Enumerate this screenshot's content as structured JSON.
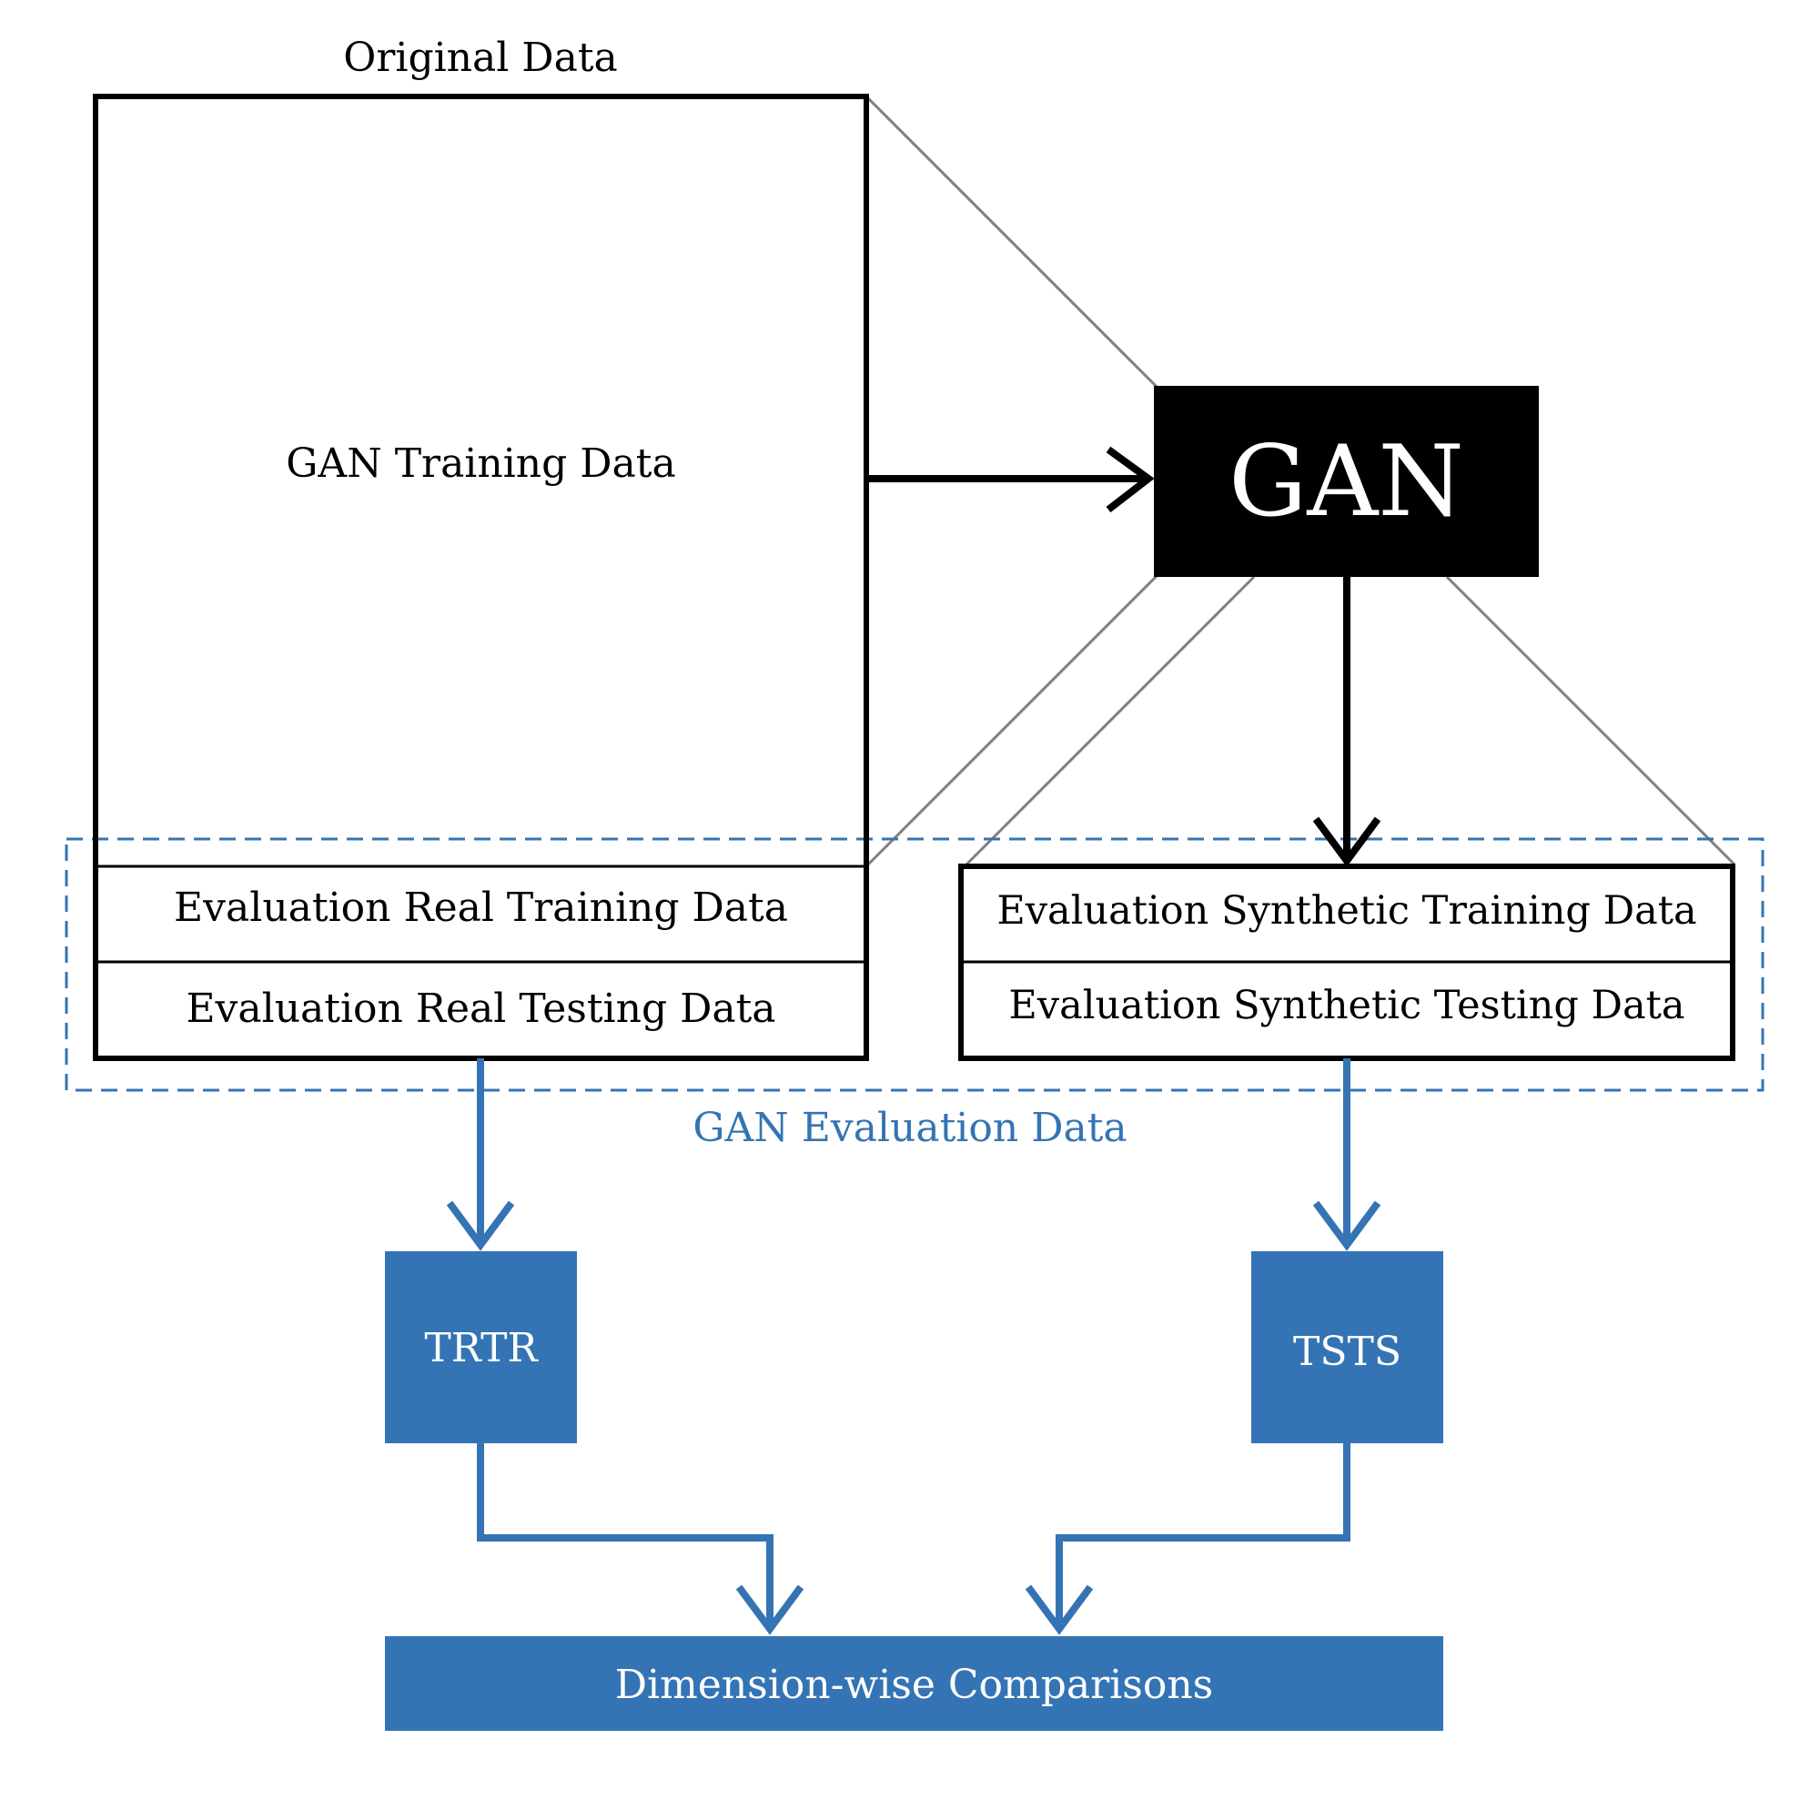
{
  "colors": {
    "accent_blue": "#3474b4",
    "black": "#000000",
    "connector_gray": "#808080",
    "white": "#ffffff"
  },
  "labels": {
    "original_data": "Original Data",
    "gan_training_data": "GAN Training Data",
    "eval_real_training": "Evaluation Real Training Data",
    "eval_real_testing": "Evaluation Real Testing Data",
    "gan": "GAN",
    "eval_synth_training": "Evaluation Synthetic Training Data",
    "eval_synth_testing": "Evaluation Synthetic Testing Data",
    "gan_evaluation_data": "GAN Evaluation Data",
    "trtr": "TRTR",
    "tsts": "TSTS",
    "dimension_wise": "Dimension-wise Comparisons"
  }
}
